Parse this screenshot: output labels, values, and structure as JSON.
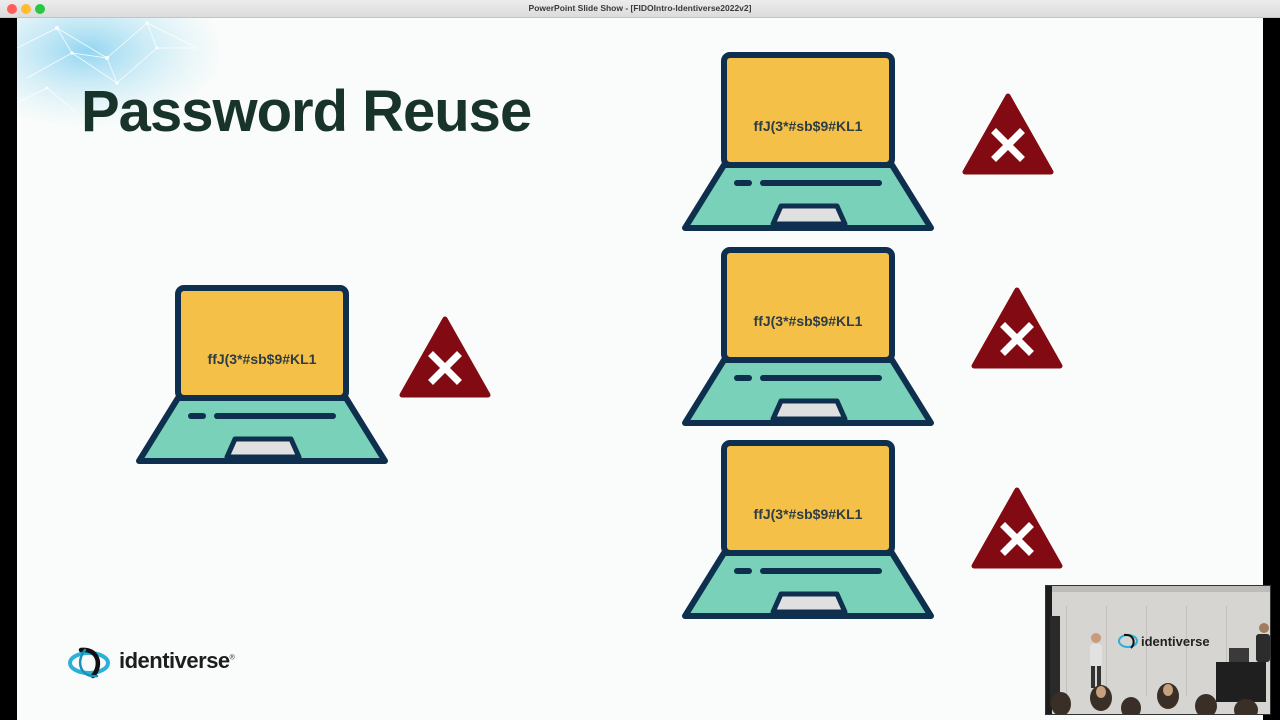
{
  "window": {
    "title": "PowerPoint Slide Show - [FIDOIntro-Identiverse2022v2]"
  },
  "slide": {
    "title": "Password Reuse",
    "password": "ffJ(3*#sb$9#KL1",
    "logo_text": "identiverse"
  },
  "video": {
    "logo_text": "identiverse"
  },
  "colors": {
    "screen": "#f4c048",
    "laptop_base": "#78d1b8",
    "outline": "#0e2f4d",
    "warning": "#820a12",
    "title": "#17332a"
  }
}
